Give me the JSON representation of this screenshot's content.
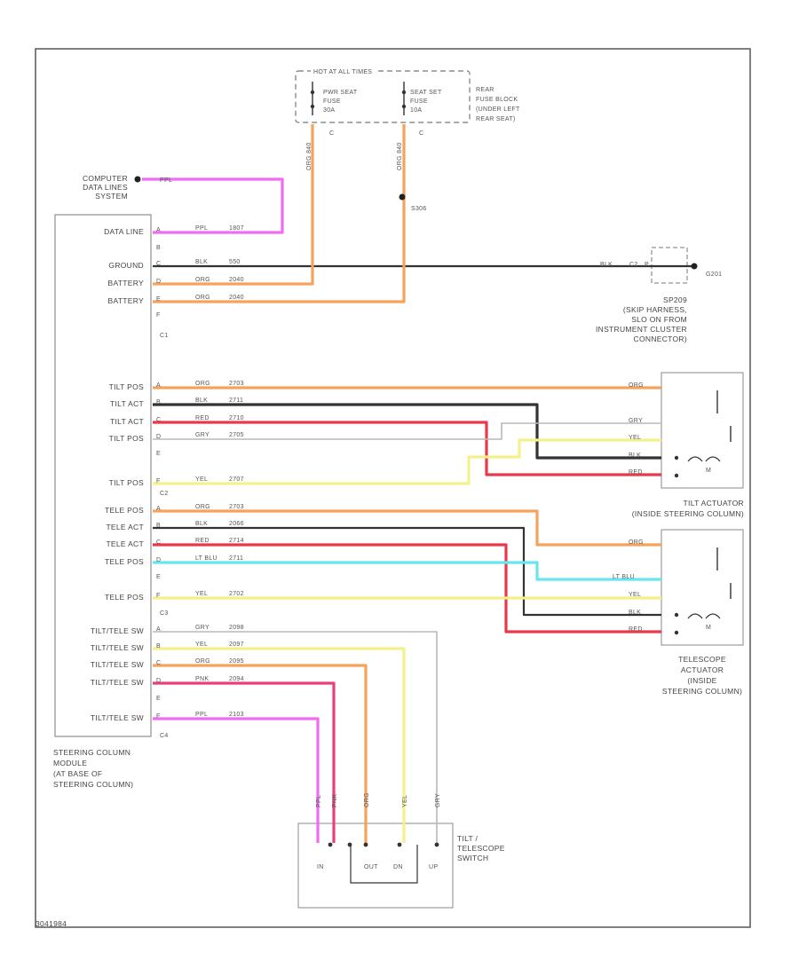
{
  "diagram_id": "3041984",
  "top_fuse_block": {
    "header": "HOT AT ALL TIMES",
    "fuse1": [
      "PWR SEAT",
      "FUSE",
      "30A"
    ],
    "fuse2": [
      "SEAT SET",
      "FUSE",
      "10A"
    ],
    "fuse1_cav": "C",
    "fuse2_cav": "C",
    "label": [
      "REAR",
      "FUSE BLOCK",
      "(UNDER LEFT",
      "REAR SEAT)"
    ],
    "wire1": "ORG 840",
    "wire2": "ORG 840",
    "splice": "S306"
  },
  "computer_data": {
    "label": [
      "COMPUTER",
      "DATA LINES",
      "SYSTEM"
    ],
    "wire": "PPL"
  },
  "module": {
    "label": [
      "STEERING COLUMN",
      "MODULE",
      "(AT BASE OF",
      "STEERING COLUMN)"
    ],
    "c1": {
      "name": "C1",
      "rows": [
        {
          "pin": "A",
          "label": "DATA LINE",
          "color": "PPL",
          "circuit": "1807"
        },
        {
          "pin": "B",
          "label": "",
          "color": "",
          "circuit": ""
        },
        {
          "pin": "C",
          "label": "GROUND",
          "color": "BLK",
          "circuit": "550"
        },
        {
          "pin": "D",
          "label": "BATTERY",
          "color": "ORG",
          "circuit": "2040"
        },
        {
          "pin": "E",
          "label": "BATTERY",
          "color": "ORG",
          "circuit": "2040"
        },
        {
          "pin": "F",
          "label": "",
          "color": "",
          "circuit": ""
        }
      ]
    },
    "c2": {
      "name": "C2",
      "rows": [
        {
          "pin": "A",
          "label": "TILT POS",
          "color": "ORG",
          "circuit": "2703"
        },
        {
          "pin": "B",
          "label": "TILT ACT",
          "color": "BLK",
          "circuit": "2711"
        },
        {
          "pin": "C",
          "label": "TILT ACT",
          "color": "RED",
          "circuit": "2710"
        },
        {
          "pin": "D",
          "label": "TILT POS",
          "color": "GRY",
          "circuit": "2705"
        },
        {
          "pin": "E",
          "label": "",
          "color": "",
          "circuit": ""
        },
        {
          "pin": "F",
          "label": "TILT POS",
          "color": "YEL",
          "circuit": "2707"
        }
      ]
    },
    "c3": {
      "name": "C3",
      "rows": [
        {
          "pin": "A",
          "label": "TELE POS",
          "color": "ORG",
          "circuit": "2703"
        },
        {
          "pin": "B",
          "label": "TELE ACT",
          "color": "BLK",
          "circuit": "2066"
        },
        {
          "pin": "C",
          "label": "TELE ACT",
          "color": "RED",
          "circuit": "2714"
        },
        {
          "pin": "D",
          "label": "TELE POS",
          "color": "LT BLU",
          "circuit": "2711"
        },
        {
          "pin": "E",
          "label": "",
          "color": "",
          "circuit": ""
        },
        {
          "pin": "F",
          "label": "TELE POS",
          "color": "YEL",
          "circuit": "2702"
        }
      ]
    },
    "c4": {
      "name": "C4",
      "rows": [
        {
          "pin": "A",
          "label": "TILT/TELE SW",
          "color": "GRY",
          "circuit": "2098"
        },
        {
          "pin": "B",
          "label": "TILT/TELE SW",
          "color": "YEL",
          "circuit": "2097"
        },
        {
          "pin": "C",
          "label": "TILT/TELE SW",
          "color": "ORG",
          "circuit": "2095"
        },
        {
          "pin": "D",
          "label": "TILT/TELE SW",
          "color": "PNK",
          "circuit": "2094"
        },
        {
          "pin": "E",
          "label": "",
          "color": "",
          "circuit": ""
        },
        {
          "pin": "F",
          "label": "TILT/TELE SW",
          "color": "PPL",
          "circuit": "2103"
        }
      ]
    }
  },
  "ground": {
    "wire": "BLK",
    "connector": "C2",
    "pin": "P",
    "ground": "G201",
    "label": [
      "SP209",
      "(SKIP HARNESS,",
      "SLO ON FROM",
      "INSTRUMENT CLUSTER",
      "CONNECTOR)"
    ]
  },
  "tilt_actuator": {
    "label": [
      "TILT ACTUATOR",
      "(INSIDE STEERING COLUMN)"
    ],
    "wires": [
      "ORG",
      "GRY",
      "YEL",
      "BLK",
      "RED"
    ],
    "motor": "M"
  },
  "tele_actuator": {
    "label": [
      "TELESCOPE",
      "ACTUATOR",
      "(INSIDE",
      "STEERING COLUMN)"
    ],
    "wires": [
      "ORG",
      "LT BLU",
      "YEL",
      "BLK",
      "RED"
    ],
    "motor": "M"
  },
  "switch": {
    "label": [
      "TILT /",
      "TELESCOPE",
      "SWITCH"
    ],
    "wires": [
      "PPL",
      "PNK",
      "ORG",
      "YEL",
      "GRY"
    ],
    "positions": [
      "IN",
      "OUT",
      "DN",
      "UP"
    ]
  },
  "colors": {
    "ORG": "#f5a25d",
    "BLK": "#333333",
    "RED": "#e8394a",
    "GRY": "#b8b8b8",
    "YEL": "#f4f08a",
    "LT BLU": "#66e6ee",
    "PNK": "#e8417a",
    "PPL": "#f06cf0",
    "frame": "#555555"
  }
}
